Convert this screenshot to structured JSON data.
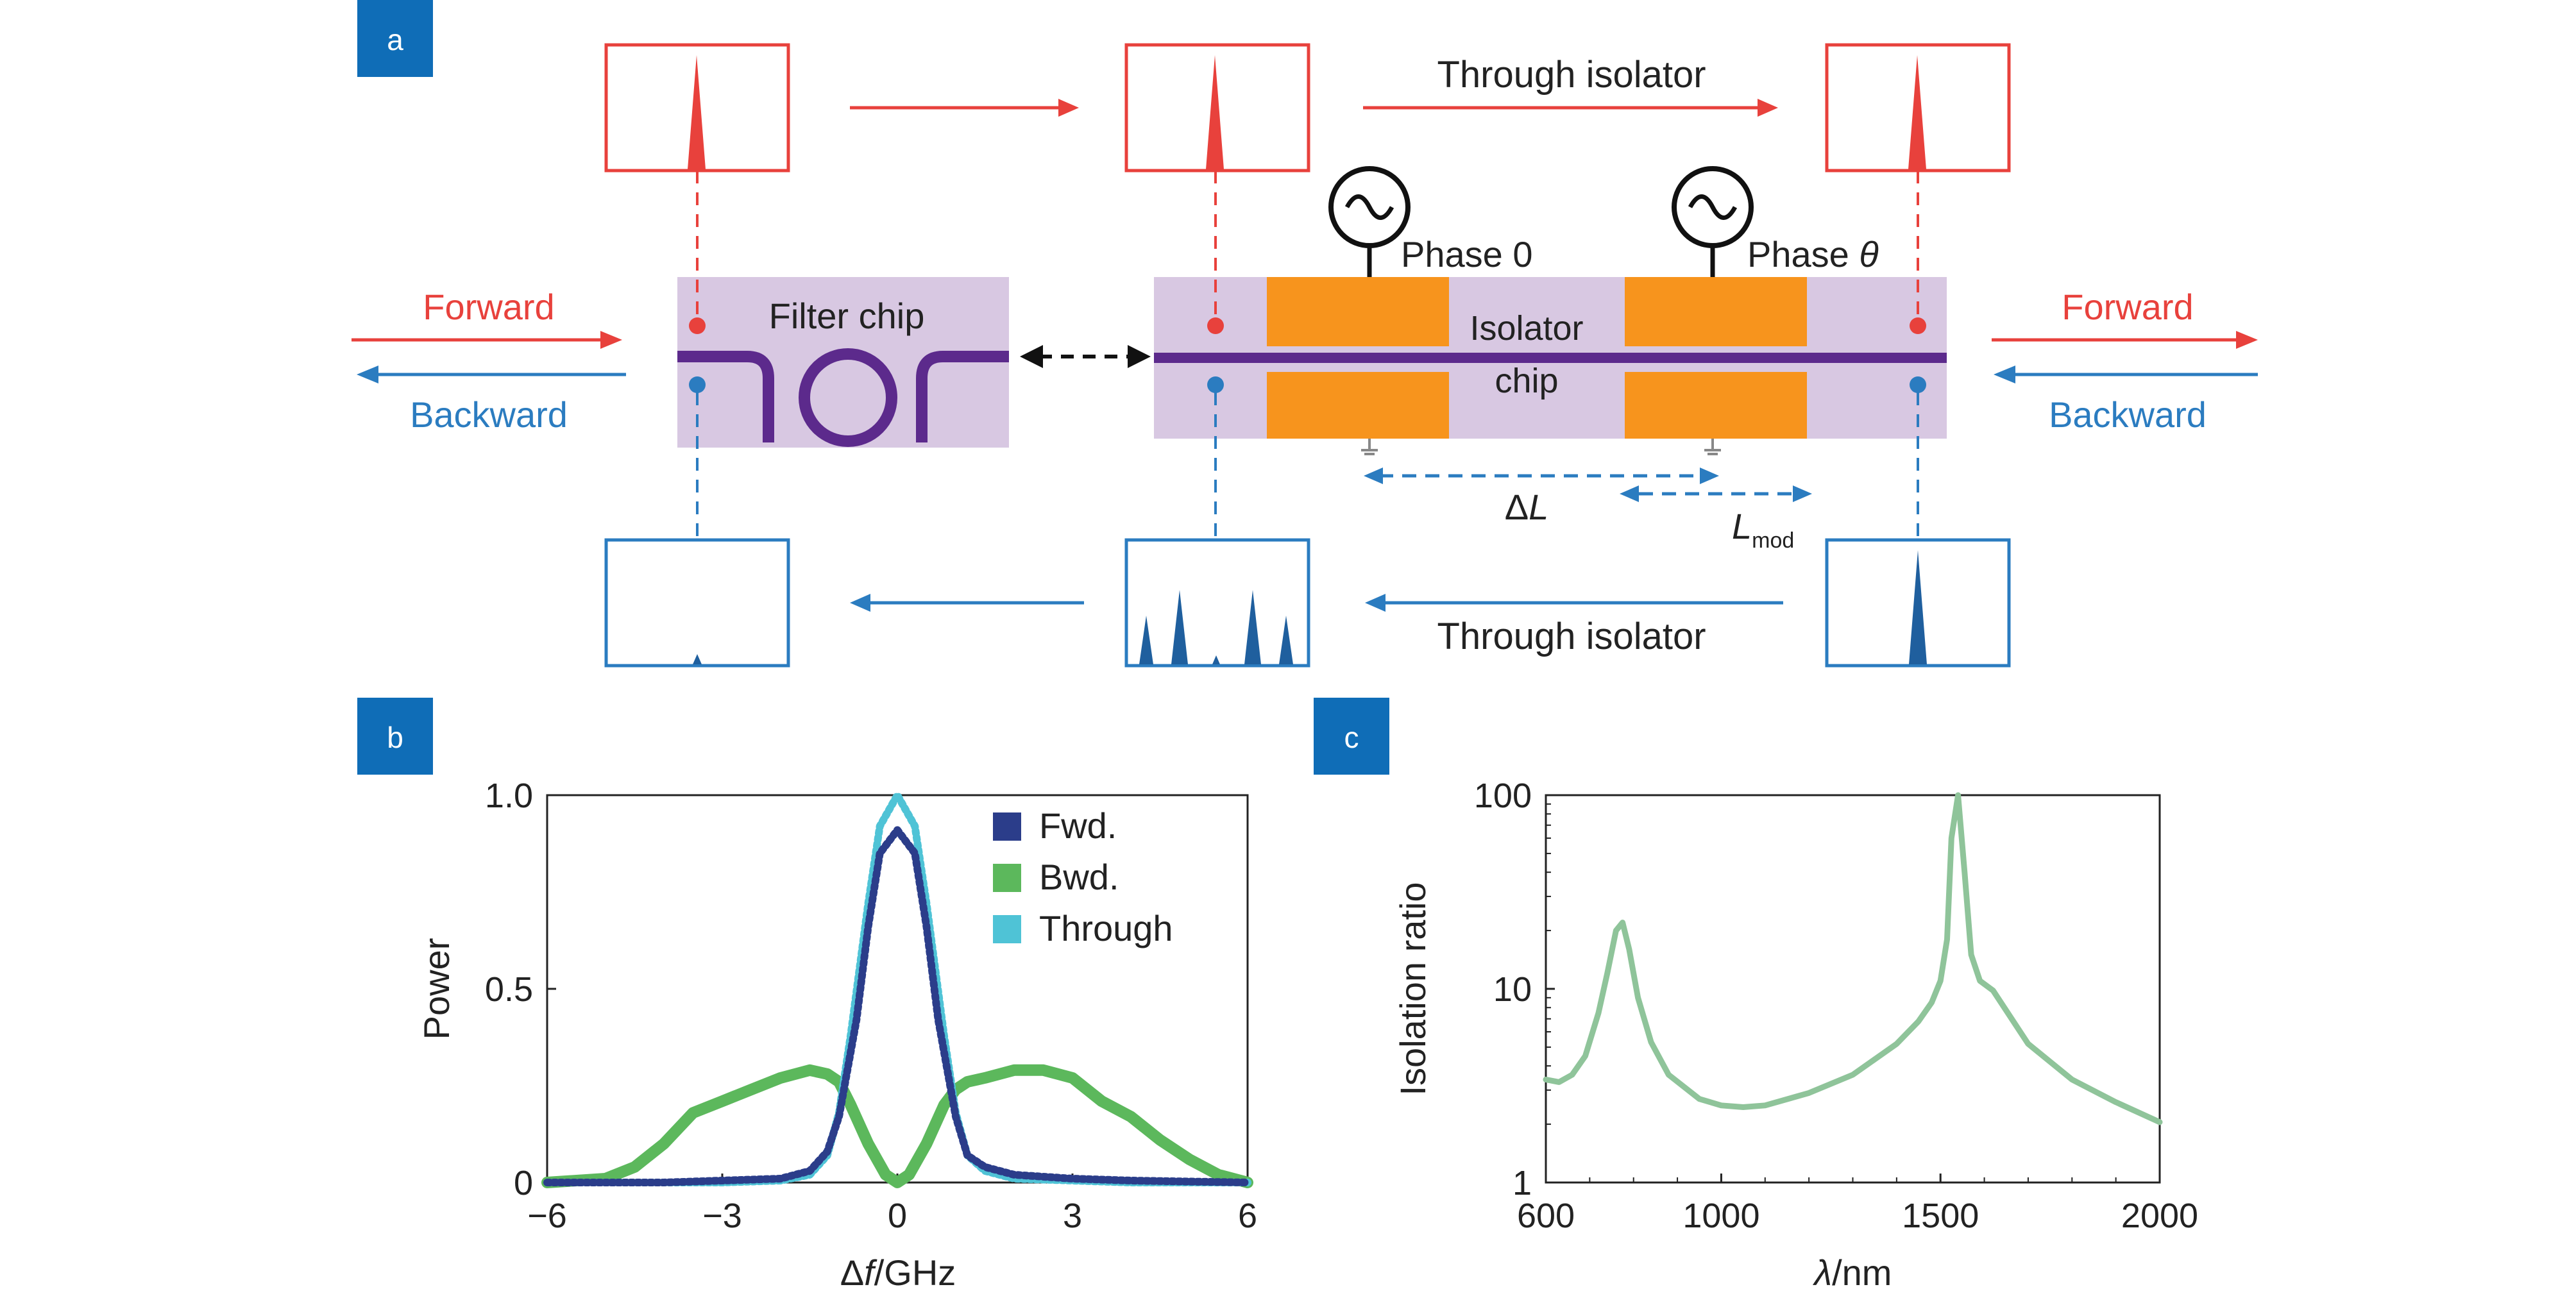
{
  "colors": {
    "forward": "#e8413c",
    "backward": "#2b7cc0",
    "chip": "#d8c8e2",
    "waveguide": "#5c2a8c",
    "electrode": "#f7941d",
    "panel_tag": "#0f6db7",
    "fwd_series": "#2b3d8a",
    "bwd_series": "#5cb85c",
    "through_series": "#4fc3d6",
    "isolation_curve": "#8fc49a"
  },
  "panel_a": {
    "tag": "a",
    "forward_label": "Forward",
    "backward_label": "Backward",
    "through_isolator_label": "Through isolator",
    "filter_chip_label": "Filter chip",
    "isolator_label_line1": "Isolator",
    "isolator_label_line2": "chip",
    "phase0_label": "Phase 0",
    "phase_theta_prefix": "Phase ",
    "phase_theta_symbol": "θ",
    "delta_l_prefix": "Δ",
    "delta_l_symbol": "L",
    "lmod_symbol": "L",
    "lmod_subscript": "mod",
    "signal_icon": "sine-wave-source-icon",
    "ground_icon": "ground-icon"
  },
  "panel_b": {
    "tag": "b",
    "chart_data": {
      "type": "line",
      "xlabel_prefix": "Δ",
      "xlabel_symbol": "f",
      "xlabel_suffix": "/GHz",
      "ylabel": "Power",
      "xlim": [
        -6,
        6
      ],
      "ylim": [
        0,
        1
      ],
      "xticks": [
        "−6",
        "−3",
        "0",
        "3",
        "6"
      ],
      "yticks": [
        "0",
        "0.5",
        "1.0"
      ],
      "legend_position": "top-right",
      "series": [
        {
          "name": "Fwd.",
          "x": [
            -6,
            -4,
            -3,
            -2,
            -1.5,
            -1.2,
            -1,
            -0.7,
            -0.5,
            -0.3,
            0,
            0.3,
            0.5,
            0.7,
            1,
            1.2,
            1.5,
            2,
            3,
            4,
            6
          ],
          "y": [
            0,
            0,
            0.005,
            0.01,
            0.03,
            0.08,
            0.17,
            0.42,
            0.66,
            0.85,
            0.91,
            0.85,
            0.66,
            0.42,
            0.17,
            0.07,
            0.04,
            0.02,
            0.01,
            0.005,
            0
          ]
        },
        {
          "name": "Bwd.",
          "x": [
            -6,
            -5,
            -4.5,
            -4,
            -3.5,
            -3,
            -2.5,
            -2,
            -1.5,
            -1.2,
            -1,
            -0.8,
            -0.5,
            -0.2,
            0,
            0.2,
            0.5,
            0.8,
            1,
            1.2,
            1.5,
            2,
            2.5,
            3,
            3.5,
            4,
            4.5,
            5,
            5.5,
            6
          ],
          "y": [
            0,
            0.01,
            0.04,
            0.1,
            0.18,
            0.21,
            0.24,
            0.27,
            0.29,
            0.28,
            0.26,
            0.2,
            0.1,
            0.02,
            0,
            0.02,
            0.1,
            0.2,
            0.24,
            0.26,
            0.27,
            0.29,
            0.29,
            0.27,
            0.21,
            0.17,
            0.11,
            0.06,
            0.02,
            0
          ]
        },
        {
          "name": "Through",
          "x": [
            -6,
            -4,
            -3,
            -2,
            -1.5,
            -1.2,
            -1,
            -0.8,
            -0.5,
            -0.3,
            0,
            0.3,
            0.5,
            0.8,
            1,
            1.2,
            1.5,
            2,
            3,
            4,
            6
          ],
          "y": [
            0,
            0,
            0,
            0.005,
            0.02,
            0.07,
            0.18,
            0.38,
            0.72,
            0.92,
            1.0,
            0.92,
            0.72,
            0.38,
            0.18,
            0.07,
            0.03,
            0.01,
            0.005,
            0,
            0
          ]
        }
      ]
    }
  },
  "panel_c": {
    "tag": "c",
    "chart_data": {
      "type": "line",
      "xlabel_symbol": "λ",
      "xlabel_suffix": "/nm",
      "ylabel": "Isolation ratio",
      "xlim": [
        600,
        2000
      ],
      "ylim": [
        1,
        100
      ],
      "yscale": "log",
      "xticks": [
        "600",
        "1000",
        "1500",
        "2000"
      ],
      "yticks": [
        "1",
        "10",
        "100"
      ],
      "series": [
        {
          "x": [
            600,
            630,
            660,
            690,
            720,
            740,
            760,
            775,
            790,
            810,
            840,
            880,
            950,
            1000,
            1050,
            1100,
            1200,
            1300,
            1400,
            1450,
            1480,
            1500,
            1515,
            1525,
            1540,
            1555,
            1570,
            1590,
            1620,
            1700,
            1800,
            1900,
            2000
          ],
          "y": [
            3.4,
            3.3,
            3.6,
            4.5,
            7.5,
            12,
            20,
            22,
            16,
            9,
            5.3,
            3.6,
            2.7,
            2.5,
            2.45,
            2.5,
            2.9,
            3.6,
            5.2,
            6.8,
            8.5,
            11,
            18,
            60,
            100,
            40,
            15,
            11,
            9.8,
            5.2,
            3.4,
            2.6,
            2.05
          ]
        }
      ]
    }
  }
}
